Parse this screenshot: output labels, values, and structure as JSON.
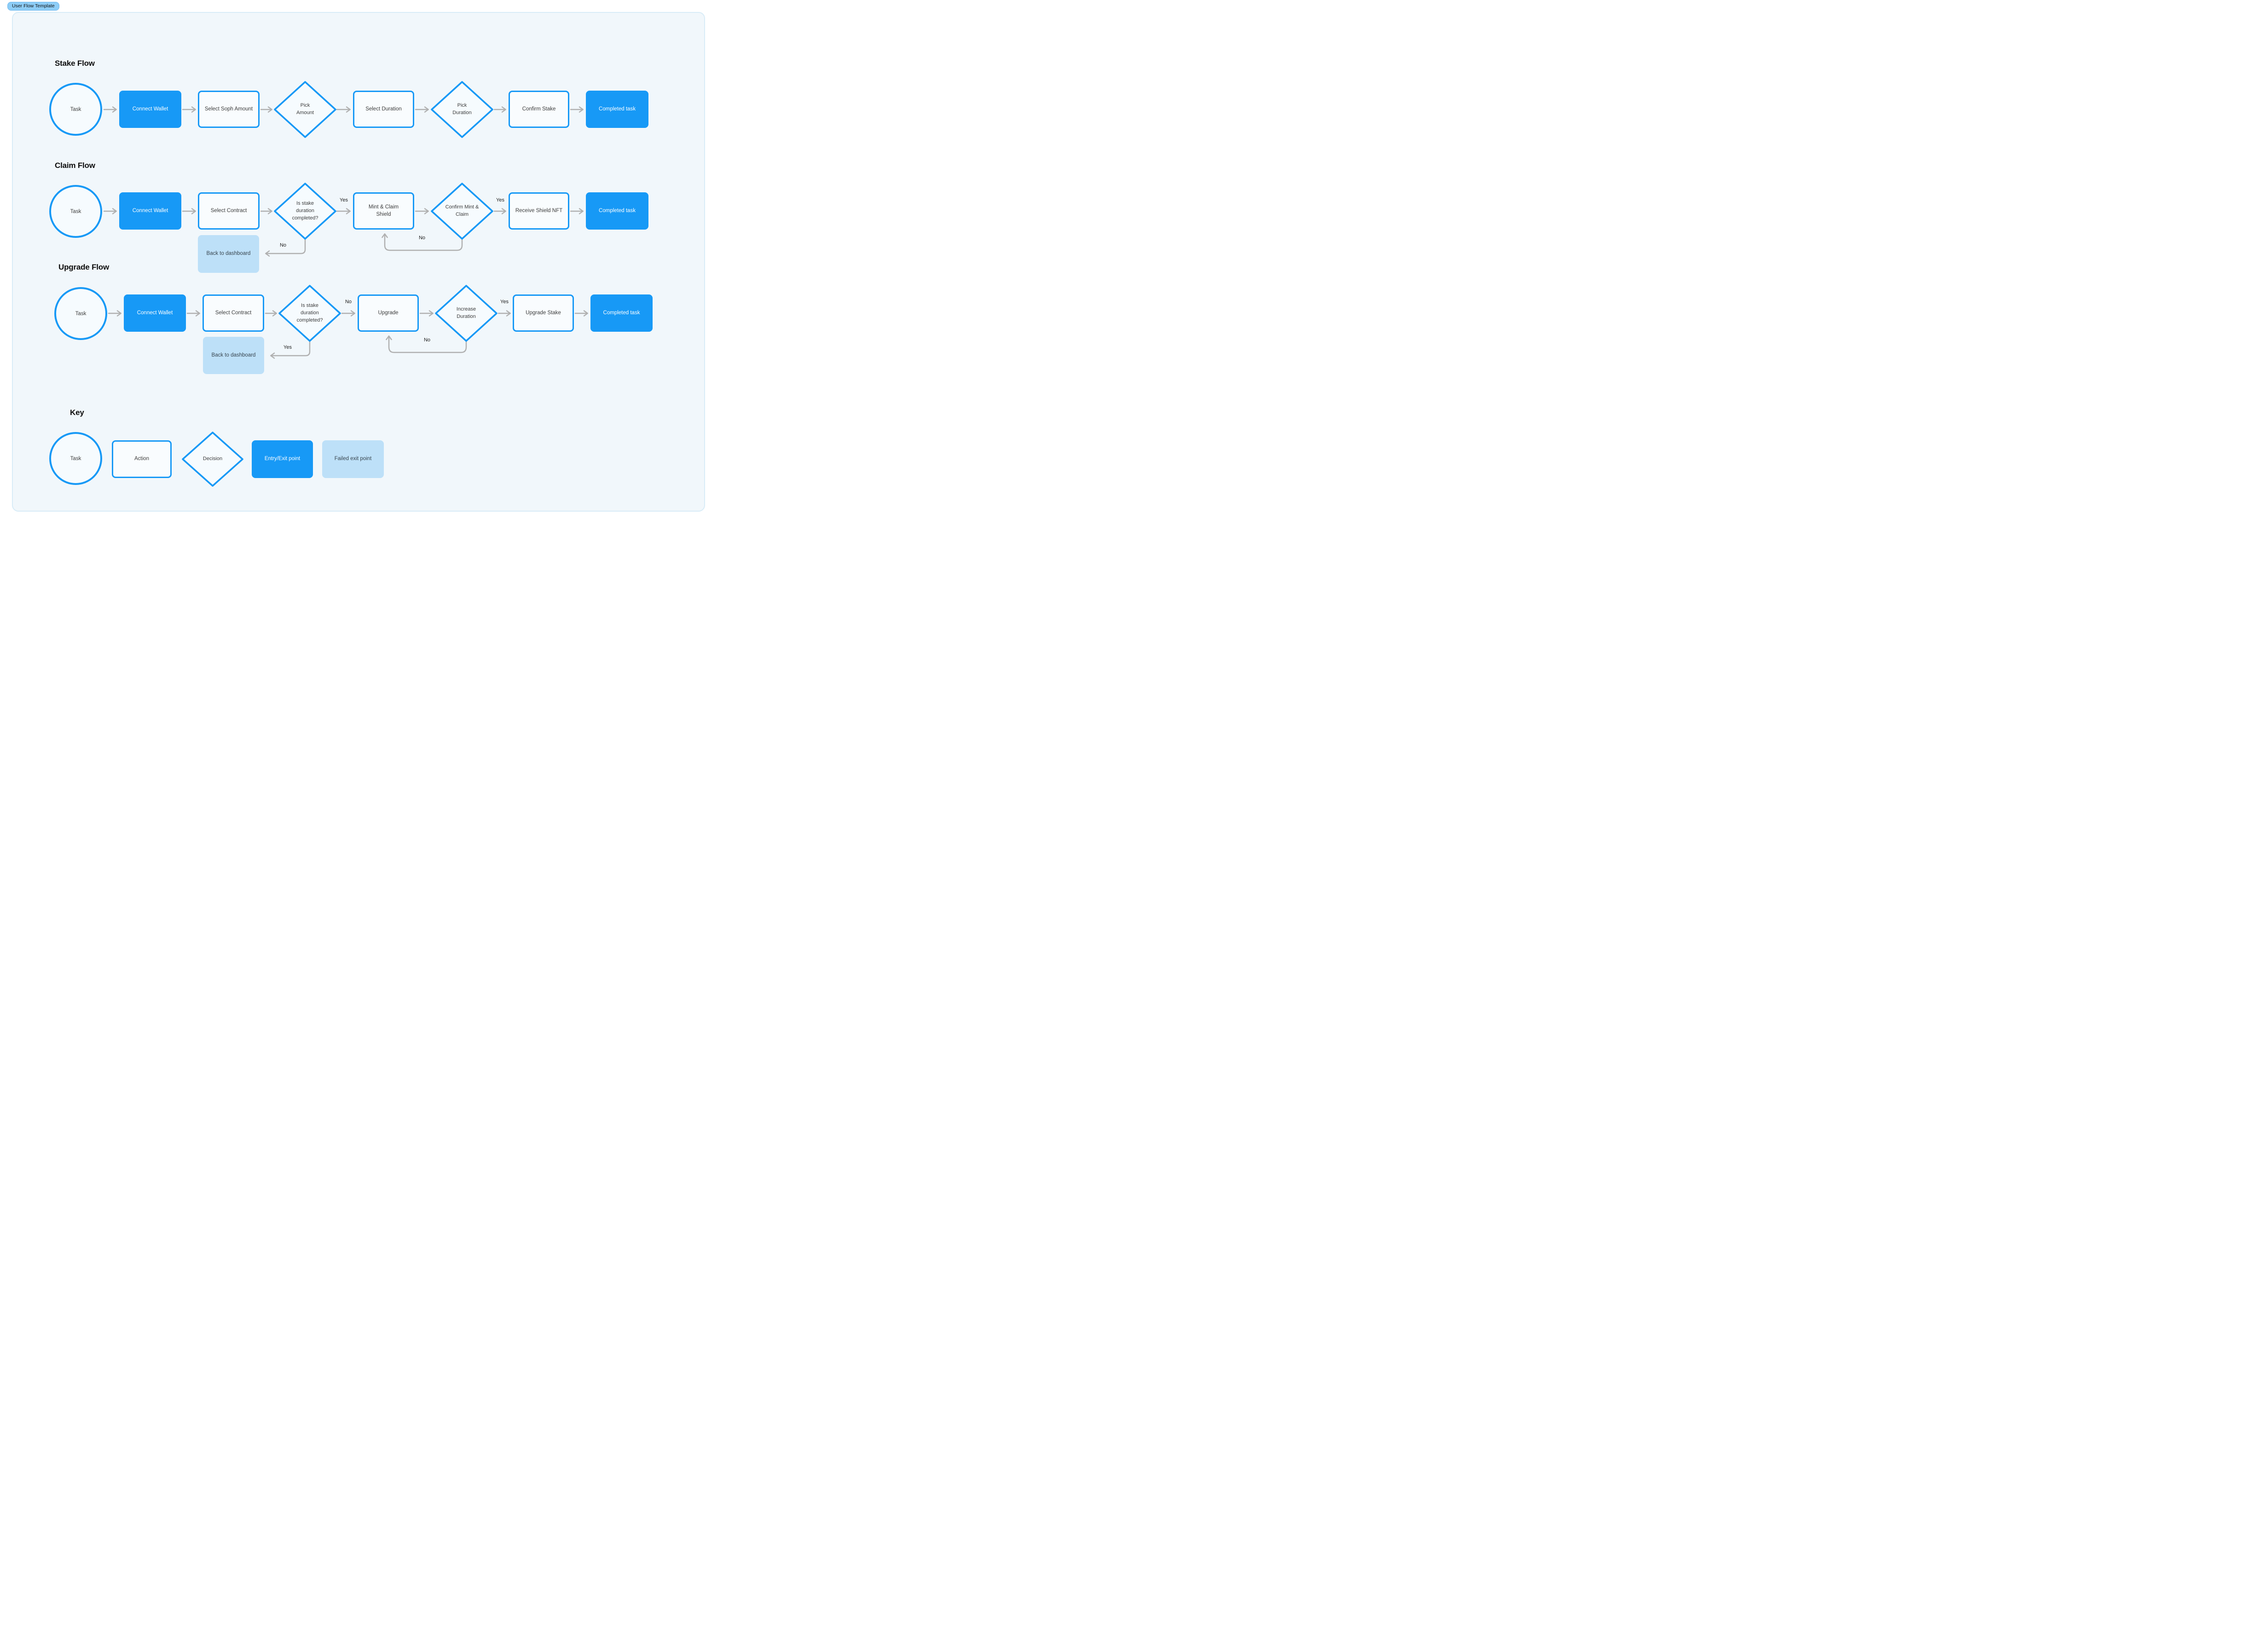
{
  "badge": {
    "label": "User Flow Template"
  },
  "stake": {
    "title": "Stake Flow",
    "task": "Task",
    "connect_wallet": "Connect Wallet",
    "select_soph_amount": "Select Soph Amount",
    "pick_amount": "Pick Amount",
    "select_duration": "Select Duration",
    "pick_duration": "Pick Duration",
    "confirm_stake": "Confirm Stake",
    "completed_task": "Completed task"
  },
  "claim": {
    "title": "Claim Flow",
    "task": "Task",
    "connect_wallet": "Connect Wallet",
    "select_contract": "Select Contract",
    "is_stake_duration_completed": "Is stake duration completed?",
    "yes_to_mint": "Yes",
    "mint_claim_shield": "Mint & Claim Shield",
    "confirm_mint_claim": "Confirm Mint & Claim",
    "yes_to_receive": "Yes",
    "receive_shield_nft": "Receive Shield NFT",
    "completed_task": "Completed task",
    "no_to_dashboard": "No",
    "no_retry_mint": "No",
    "back_to_dashboard": "Back to dashboard"
  },
  "upgrade": {
    "title": "Upgrade Flow",
    "task": "Task",
    "connect_wallet": "Connect Wallet",
    "select_contract": "Select Contract",
    "is_stake_duration_completed": "Is stake duration completed?",
    "no_to_upgrade": "No",
    "upgrade": "Upgrade",
    "increase_duration": "Increase Duration",
    "yes_to_upgrade_stake": "Yes",
    "upgrade_stake": "Upgrade Stake",
    "completed_task": "Completed task",
    "yes_to_dashboard": "Yes",
    "no_retry_upgrade": "No",
    "back_to_dashboard": "Back to dashboard"
  },
  "key": {
    "title": "Key",
    "task": "Task",
    "action": "Action",
    "decision": "Decision",
    "entry_exit": "Entry/Exit point",
    "failed_exit": "Failed exit point"
  },
  "colors": {
    "accent_blue": "#1799F6",
    "light_blue_fill": "#BDE0F8",
    "badge_bg": "#8DCDF7",
    "canvas_bg": "#F1F7FB",
    "canvas_border": "#D8ECF7",
    "arrow_gray": "#B0B0B0"
  }
}
